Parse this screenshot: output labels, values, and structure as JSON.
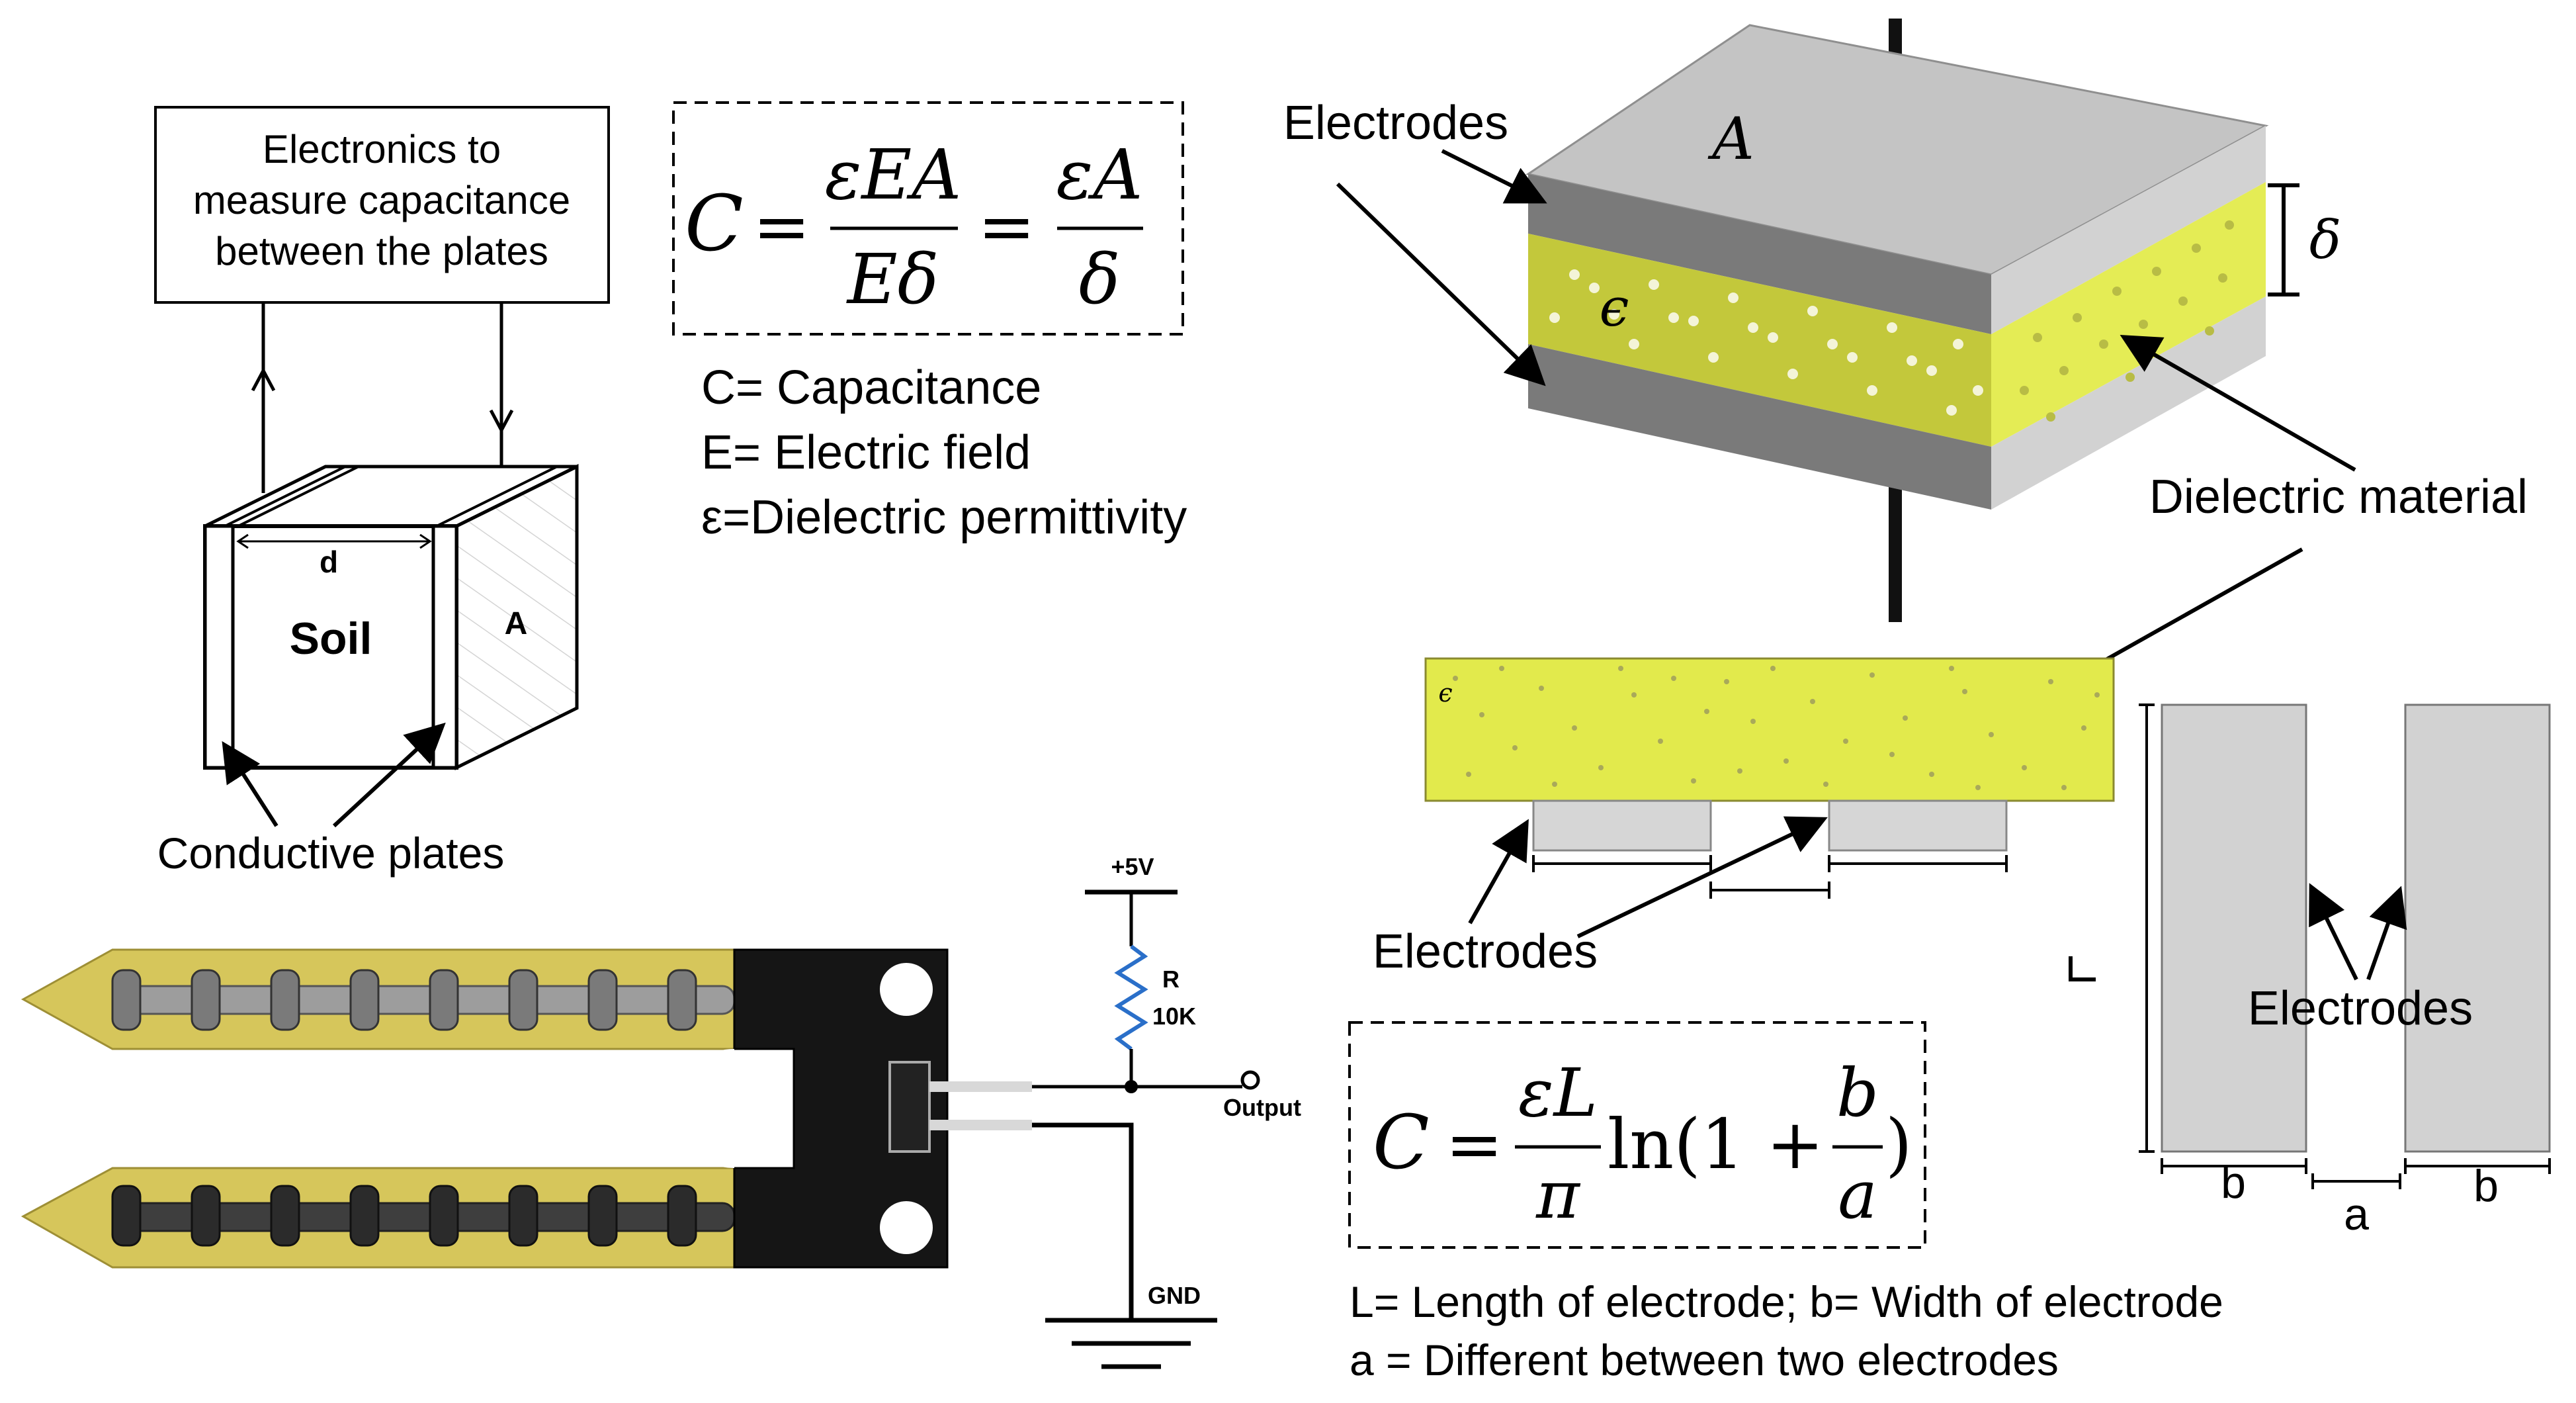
{
  "colors": {
    "yellow_light": "#dfe84a",
    "yellow_top": "#e7ec55",
    "gray_light": "#c9c9c9",
    "gray_mid": "#9a9a9a",
    "gray_dark": "#767676",
    "pcb_yellow": "#d7c85e",
    "pcb_dark": "#1b1b1b",
    "resistor_blue": "#2a6fc9"
  },
  "electronics_box": {
    "line1": "Electronics to",
    "line2": "measure capacitance",
    "line3": "between the plates"
  },
  "cube": {
    "d_label": "d",
    "soil_label": "Soil",
    "a_label": "A"
  },
  "conductive_plates_label": "Conductive plates",
  "formula1": {
    "C": "C",
    "num1": "εEA",
    "den1": "Eδ",
    "num2": "εA",
    "den2": "δ"
  },
  "legend1": {
    "line1": "C= Capacitance",
    "line2": "E= Electric field",
    "line3": "ε=Dielectric permittivity"
  },
  "capacitor3d": {
    "electrodes_label": "Electrodes",
    "area_label": "A",
    "delta_label": "δ",
    "epsilon_label": "ϵ",
    "dielectric_label": "Dielectric material"
  },
  "coplanar": {
    "epsilon_label": "ϵ",
    "electrodes_label": "Electrodes"
  },
  "interdigital": {
    "electrodes_label": "Electrodes",
    "b_left": "b",
    "a_label": "a",
    "b_right": "b"
  },
  "circuit": {
    "vcc_label": "+5V",
    "r_label": "R",
    "r_value": "10K",
    "output_label": "Output",
    "gnd_label": "GND"
  },
  "formula2": {
    "C": "C",
    "num": "εL",
    "den": "π",
    "ln": "ln(1 +",
    "num2": "b",
    "den2": "a",
    "close": ")"
  },
  "legend2": {
    "line1": "L= Length of electrode; b= Width of electrode",
    "line2": "a = Different between two electrodes"
  }
}
